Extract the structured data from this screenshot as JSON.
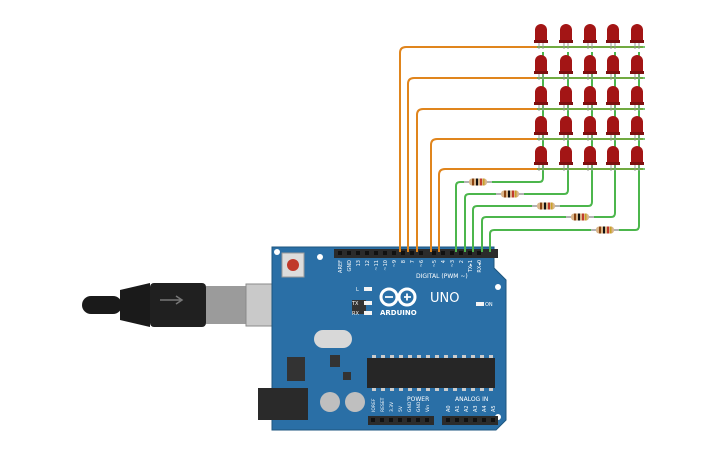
{
  "board": {
    "brand": "ARDUINO",
    "model": "UNO",
    "on_label": "ON",
    "digital_label": "DIGITAL (PWM ~)",
    "power_label": "POWER",
    "analog_label": "ANALOG IN",
    "led_l_label": "L",
    "tx_label": "TX",
    "rx_label": "RX",
    "digital_pins": [
      "AREF",
      "GND",
      "13",
      "12",
      "~11",
      "~10",
      "~9",
      "8",
      "7",
      "~6",
      "~5",
      "4",
      "~3",
      "2",
      "TX▸1",
      "RX◂0"
    ],
    "power_pins": [
      "IOREF",
      "RESET",
      "3.3V",
      "5V",
      "GND",
      "GND",
      "Vin"
    ],
    "analog_pins": [
      "A0",
      "A1",
      "A2",
      "A3",
      "A4",
      "A5"
    ]
  },
  "leds": {
    "rows": 5,
    "cols": 5,
    "color": "#a31515"
  },
  "resistors": {
    "count": 5
  },
  "colors": {
    "board": "#2a6fa6",
    "orange_wire": "#e0851d",
    "green_wire": "#4cb64c",
    "usb_cable": "#1a1a1a"
  }
}
